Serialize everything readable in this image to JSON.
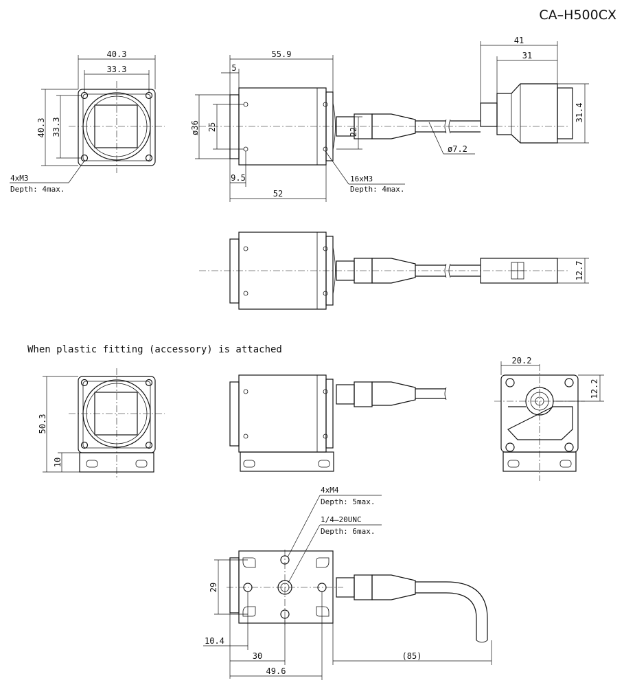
{
  "model": "CA–H500CX",
  "note": "When plastic fitting (accessory) is attached",
  "front_view": {
    "width": "40.3",
    "hole_width": "33.3",
    "height": "40.3",
    "hole_height": "33.3",
    "thread_a": "4xM3",
    "thread_b": "Depth: 4max."
  },
  "side_view": {
    "total_length": "55.9",
    "front_offset": "5",
    "diameter": "ø36",
    "hole_spacing": "25",
    "front_to_hole": "9.5",
    "body_length": "52",
    "cable_height": "22",
    "cable_dia": "ø7.2",
    "thread_a": "16xM3",
    "thread_b": "Depth: 4max."
  },
  "connector": {
    "length_total": "41",
    "length_body": "31",
    "height": "31.4",
    "thickness": "12.7"
  },
  "fitting_front": {
    "height": "50.3",
    "base": "10"
  },
  "rear_view": {
    "offset_x": "20.2",
    "offset_y": "12.2"
  },
  "bottom_view": {
    "thread_a1": "4xM4",
    "thread_a2": "Depth: 5max.",
    "thread_b1": "1/4–20UNC",
    "thread_b2": "Depth: 6max.",
    "depth": "29",
    "hole_offset": "10.4",
    "center_offset": "30",
    "length": "49.6",
    "cable_length": "(85)"
  }
}
